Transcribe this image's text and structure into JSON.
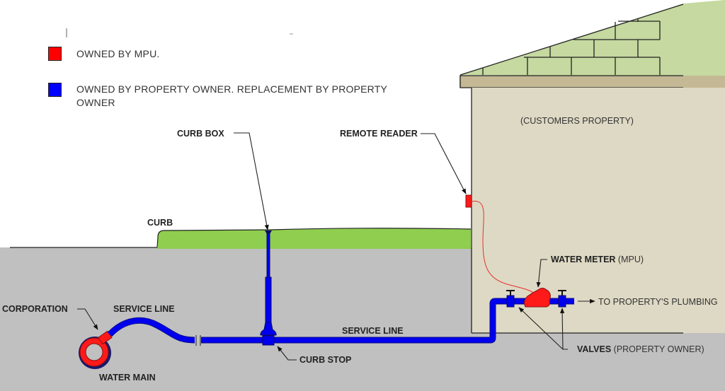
{
  "legend": {
    "items": [
      {
        "label": "OWNED BY MPU.",
        "color": "#ff0000"
      },
      {
        "label": "OWNED BY PROPERTY OWNER. REPLACEMENT BY PROPERTY",
        "label_line2": "OWNER",
        "color": "#0000ff"
      }
    ]
  },
  "labels": {
    "customers_property": "(CUSTOMERS PROPERTY)",
    "curb_box": "CURB BOX",
    "remote_reader": "REMOTE READER",
    "curb": "CURB",
    "water_meter": "WATER METER",
    "water_meter_owner": "(MPU)",
    "to_plumbing": "TO PROPERTY'S PLUMBING",
    "corporation": "CORPORATION",
    "service_line_1": "SERVICE LINE",
    "service_line_2": "SERVICE LINE",
    "water_main": "WATER MAIN",
    "curb_stop": "CURB STOP",
    "valves": "VALVES",
    "valves_owner": "(PROPERTY OWNER)"
  },
  "colors": {
    "mpu_red": "#ff0000",
    "owner_blue": "#0000ee",
    "ground_gray": "#c0c0c0",
    "grass_green": "#8fce4f",
    "house_wall": "#ded9c4",
    "roof_green": "#c5d9a0",
    "fascia": "#c4b994"
  }
}
